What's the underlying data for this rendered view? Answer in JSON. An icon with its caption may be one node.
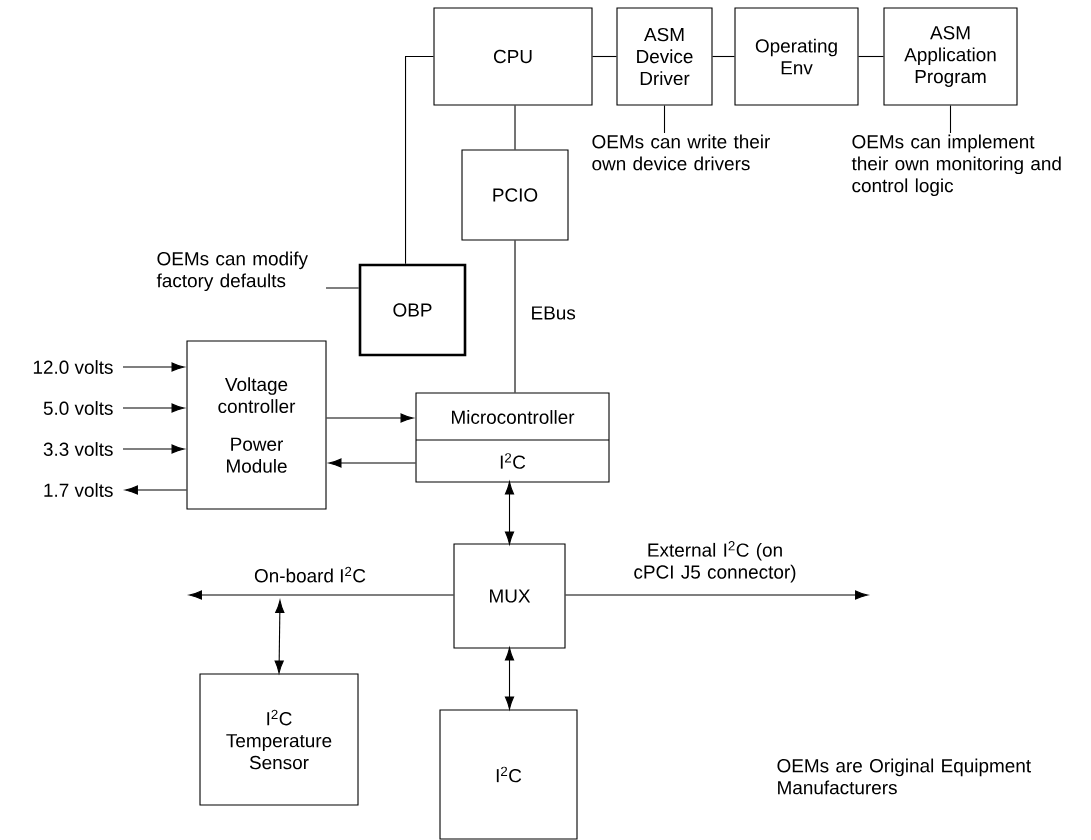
{
  "diagram": {
    "nodes": [
      {
        "text": [
          "CPU"
        ]
      },
      {
        "text": [
          "ASM Device Driver"
        ]
      },
      {
        "text": [
          "Operating Env"
        ]
      },
      {
        "text": [
          "ASM Application Program"
        ]
      },
      {
        "text": [
          "OEMs can write their own device drivers"
        ]
      },
      {
        "text": [
          "OEMs can implement their own monitoring and control logic"
        ]
      },
      {
        "text": [
          "PCIO"
        ]
      },
      {
        "text": [
          "OEMs can modify factory defaults"
        ]
      },
      {
        "text": [
          "OBP"
        ]
      },
      {
        "text": [
          "12.0 volts"
        ]
      },
      {
        "text": [
          "5.0 volts"
        ]
      },
      {
        "text": [
          "3.3 volts"
        ]
      },
      {
        "text": [
          "1.7 volts"
        ]
      },
      {
        "text": [
          "Voltage controller",
          "Power Module"
        ]
      },
      {
        "text": [
          "Microcontroller",
          "I$^{2}$C"
        ]
      },
      {
        "text": [
          "MUX"
        ]
      },
      {
        "text": [
          "I$^{2}$C Temperature Sensor"
        ]
      },
      {
        "text": [
          "I$^{2}$C"
        ]
      }
    ],
    "edges": [
      {
        "from": 0,
        "to": 1,
        "arrow": "none"
      },
      {
        "from": 1,
        "to": 2,
        "arrow": "none"
      },
      {
        "from": 2,
        "to": 3,
        "arrow": "none"
      },
      {
        "from": 1,
        "to": 4,
        "arrow": "none"
      },
      {
        "from": 3,
        "to": 5,
        "arrow": "none"
      },
      {
        "from": 0,
        "to": 6,
        "arrow": "none"
      },
      {
        "from": 6,
        "to": 14,
        "arrow": "none",
        "label": "EBus"
      },
      {
        "from": 0,
        "to": 8,
        "arrow": "none"
      },
      {
        "from": 7,
        "to": 8,
        "arrow": "none"
      },
      {
        "from": 9,
        "to": 13,
        "arrow": "to"
      },
      {
        "from": 10,
        "to": 13,
        "arrow": "to"
      },
      {
        "from": 11,
        "to": 13,
        "arrow": "to"
      },
      {
        "from": 13,
        "to": 12,
        "arrow": "to"
      },
      {
        "from": 13,
        "to": 14,
        "arrow": "to"
      },
      {
        "from": 14,
        "to": 13,
        "arrow": "to"
      },
      {
        "from": 14,
        "to": 15,
        "arrow": "both"
      },
      {
        "from": 15,
        "to": null,
        "arrow": "to",
        "label": "On-board I$^{2}$C"
      },
      {
        "from": 15,
        "to": null,
        "arrow": "to",
        "label": "External I$^{2}$C (on cPCI J5 connector)"
      },
      {
        "from": 16,
        "to": null,
        "arrow": "both"
      },
      {
        "from": 15,
        "to": 17,
        "arrow": "both"
      }
    ],
    "labels": [
      "OEMs are Original Equipment Manufacturers"
    ]
  }
}
